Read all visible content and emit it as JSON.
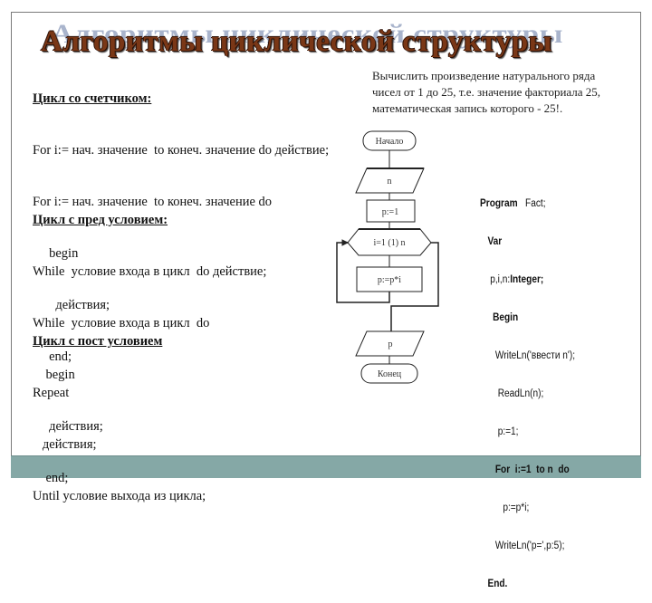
{
  "slide": {
    "title": "Алгоритмы циклической структуры",
    "colors": {
      "title": "#7a3716",
      "title_shadow": "#a9b4cc",
      "bottom_band": "#85a8a6",
      "frame_border": "#7a7a7a"
    }
  },
  "sections": [
    {
      "heading": "Цикл со счетчиком:",
      "lines": [
        "For i:= нач. значение  to конеч. значение do действие;",
        "For i:= нач. значение  to конеч. значение do",
        "     begin",
        "       действия;",
        "     end;"
      ]
    },
    {
      "heading": "Цикл с пред условием:",
      "lines": [
        "While  условие входа в цикл  do действие;",
        "While  условие входа в цикл  do",
        "    begin",
        "     действия;",
        "    end;"
      ]
    },
    {
      "heading": "Цикл с пост условием",
      "lines": [
        "Repeat",
        "   действия;",
        "Until условие выхода из цикла;"
      ]
    }
  ],
  "task": {
    "text": "Вычислить произведение натурального ряда чисел от 1 до 25, т.е. значение факториала 25, математическая запись которого - 25!."
  },
  "flowchart": {
    "start": "Начало",
    "input": "n",
    "init": "p:=1",
    "loop": "i=1 (1) n",
    "body": "p:=p*i",
    "output": "p",
    "end": "Конец"
  },
  "program": {
    "lines": [
      {
        "indent": "",
        "kw": "Program",
        "rest": "   Fact;"
      },
      {
        "indent": "   ",
        "kw": "Var",
        "rest": ""
      },
      {
        "indent": "    ",
        "kw": "",
        "rest": "p,i,n:",
        "kw2": "Integer;"
      },
      {
        "indent": "     ",
        "kw": "Begin",
        "rest": ""
      },
      {
        "indent": "      ",
        "kw": "",
        "rest": "WriteLn('ввести n');"
      },
      {
        "indent": "       ",
        "kw": "",
        "rest": "ReadLn(n);"
      },
      {
        "indent": "       ",
        "kw": "",
        "rest": "p:=1;"
      },
      {
        "indent": "      ",
        "kw": "For",
        "rest": "  i:=1  to n  do"
      },
      {
        "indent": "         ",
        "kw": "",
        "rest": "p:=p*i;"
      },
      {
        "indent": "      ",
        "kw": "",
        "rest": "WriteLn('p=',p:5);"
      },
      {
        "indent": "   ",
        "kw": "End.",
        "rest": ""
      }
    ]
  }
}
